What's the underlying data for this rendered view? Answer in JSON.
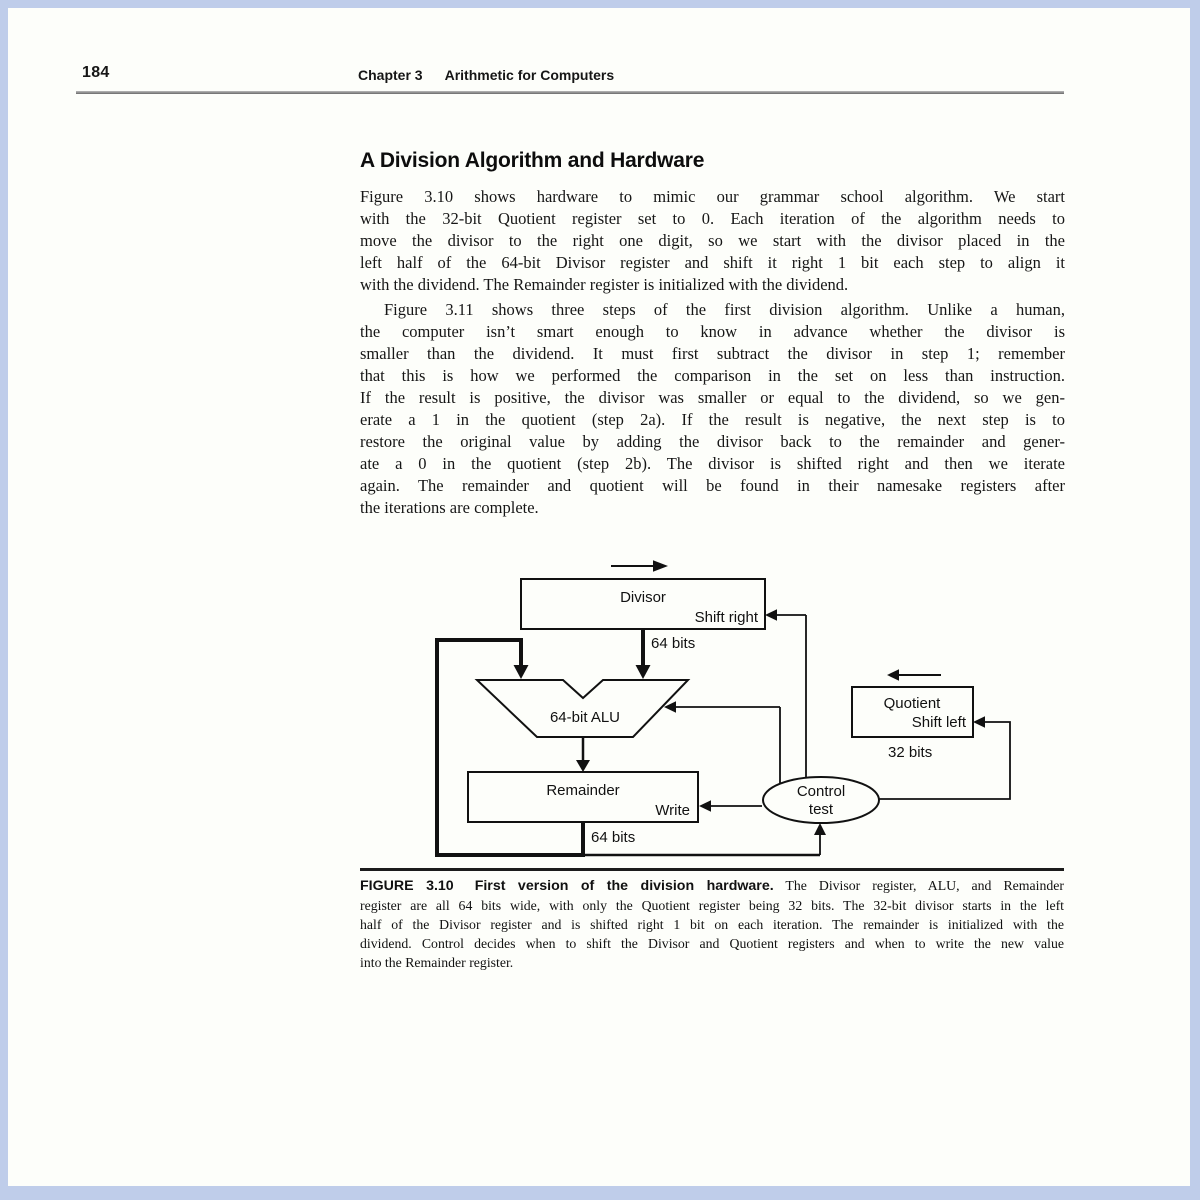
{
  "page": {
    "number": "184",
    "chapter_label": "Chapter 3",
    "chapter_title": "Arithmetic for Computers"
  },
  "section": {
    "heading": "A Division Algorithm and Hardware",
    "para1_lines": [
      "Figure 3.10 shows hardware to mimic our grammar school algorithm. We start",
      "with the 32-bit Quotient register set to 0. Each iteration of the algorithm needs to",
      "move the divisor to the right one digit, so we start with the divisor placed in the",
      "left half of the 64-bit Divisor register and shift it right 1 bit each step to align it",
      "with the dividend. The Remainder register is initialized with the dividend."
    ],
    "para2_lines": [
      "Figure 3.11 shows three steps of the first division algorithm. Unlike a human,",
      "the computer isn’t smart enough to know in advance whether the divisor is",
      "smaller than the dividend. It must first subtract the divisor in step 1; remember",
      "that this is how we performed the comparison in the set on less than instruction.",
      "If the result is positive, the divisor was smaller or equal to the dividend, so we gen-",
      "erate a 1 in the quotient (step 2a). If the result is negative, the next step is to",
      "restore the original value by adding the divisor back to the remainder and gener-",
      "ate a 0 in the quotient (step 2b). The divisor is shifted right and then we iterate",
      "again. The remainder and quotient will be found in their namesake registers after",
      "the iterations are complete."
    ]
  },
  "figure": {
    "labels": {
      "divisor": "Divisor",
      "shift_right": "Shift right",
      "bits64_top": "64 bits",
      "alu": "64-bit ALU",
      "remainder": "Remainder",
      "write": "Write",
      "bits64_bottom": "64 bits",
      "control_line1": "Control",
      "control_line2": "test",
      "quotient": "Quotient",
      "shift_left": "Shift left",
      "bits32": "32 bits"
    },
    "caption": {
      "figure_label": "FIGURE 3.10",
      "figure_title": "First version of the division hardware.",
      "line1_rest": "The Divisor register, ALU, and Remainder",
      "lines": [
        "register are all 64 bits wide, with only the Quotient register being 32 bits. The 32-bit divisor starts in the left",
        "half of the Divisor register and is shifted right 1 bit on each iteration. The remainder is initialized with the",
        "dividend. Control decides when to shift the Divisor and Quotient registers and when to write the new value",
        "into the Remainder register."
      ]
    }
  },
  "colors": {
    "border": "#bfcdea",
    "page_bg": "#fdfefa",
    "text": "#161616"
  }
}
